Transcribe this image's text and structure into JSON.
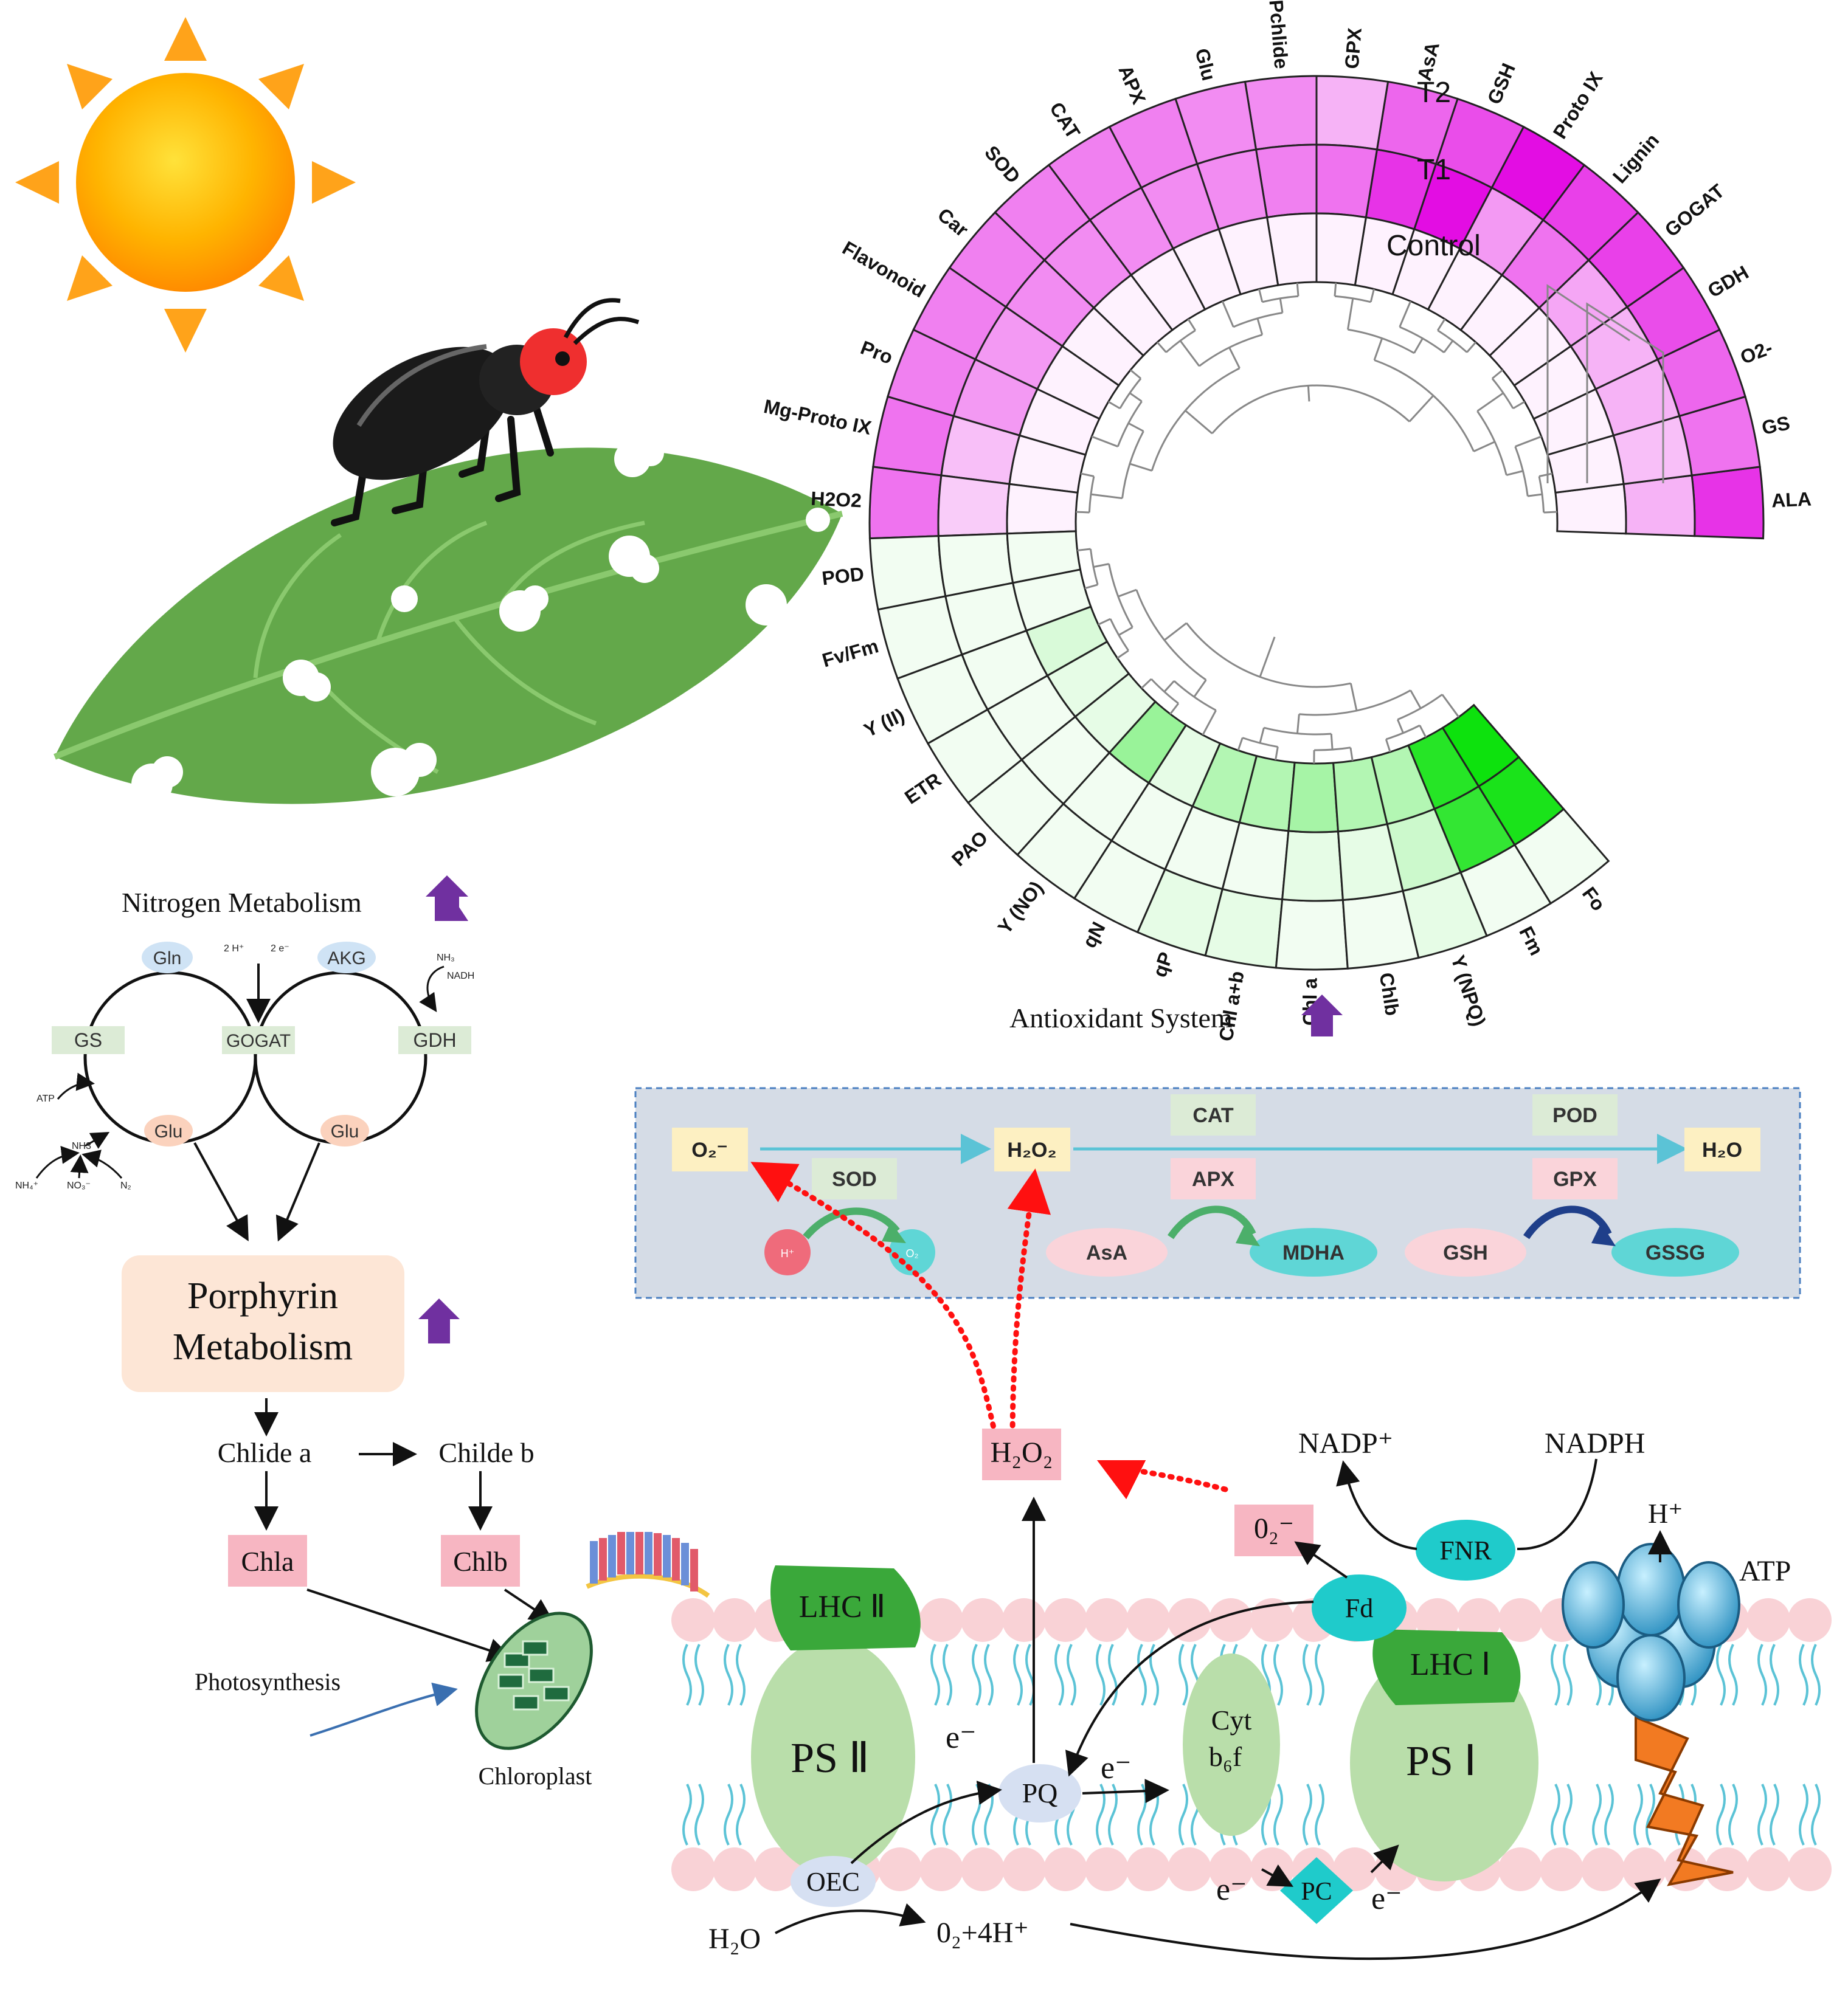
{
  "heatmap": {
    "rings": [
      "T2",
      "T1",
      "Control"
    ],
    "magenta_labels": [
      "ALA",
      "GS",
      "O2-",
      "GDH",
      "GOGAT",
      "Lignin",
      "Proto IX",
      "GSH",
      "AsA",
      "GPX",
      "Pchlide",
      "Glu",
      "APX",
      "CAT",
      "SOD",
      "Car",
      "Flavonoid",
      "Pro",
      "Mg-Proto IX",
      "H2O2",
      "POD",
      "Fv/Fm",
      "Y (II)",
      "ETR",
      "PAO",
      "Y (NO)",
      "qN",
      "qP",
      "Chl a+b",
      "Chl a",
      "Chlb",
      "Y (NPQ)",
      "Fm",
      "Fo"
    ],
    "colors": {
      "magenta": "#e100e1",
      "green": "#00e000",
      "line": "#222222"
    }
  },
  "nitrogen": {
    "title": "Nitrogen Metabolism",
    "gln": "Gln",
    "akg": "AKG",
    "gs": "GS",
    "gogat": "GOGAT",
    "gdh": "GDH",
    "glu_left": "Glu",
    "glu_right": "Glu",
    "two_h": "2 H⁺",
    "two_e": "2 e⁻",
    "nh3_top": "NH₃",
    "nadh": "NADH",
    "atp": "ATP",
    "nh3": "NH3",
    "nh4": "NH₄⁺",
    "no3": "NO₃⁻",
    "n2": "N₂"
  },
  "porphyrin": {
    "title_line1": "Porphyrin",
    "title_line2": "Metabolism",
    "chlide_a": "Chlide a",
    "childe_b": "Childe b",
    "chla": "Chla",
    "chlb": "Chlb",
    "photosynthesis": "Photosynthesis",
    "chloroplast": "Chloroplast"
  },
  "antioxidant": {
    "title": "Antioxidant System",
    "o2": "O₂⁻",
    "h2o2": "H₂O₂",
    "h2o": "H₂O",
    "cat": "CAT",
    "pod": "POD",
    "sod": "SOD",
    "apx": "APX",
    "gpx": "GPX",
    "hplus": "H⁺",
    "o2small": "O₂",
    "asa": "AsA",
    "mdha": "MDHA",
    "gsh": "GSH",
    "gssg": "GSSG"
  },
  "membrane": {
    "lhc2": "LHC Ⅱ",
    "ps2": "PS Ⅱ",
    "lhc1": "LHC Ⅰ",
    "ps1": "PS Ⅰ",
    "pq": "PQ",
    "cyt_line1": "Cyt",
    "cyt_line2": "b₆f",
    "pc": "PC",
    "oec": "OEC",
    "fd": "Fd",
    "fnr": "FNR",
    "nadp": "NADP⁺",
    "nadph": "NADPH",
    "hplus": "H⁺",
    "atp": "ATP",
    "h2o2": "H₂O₂",
    "o2minus": "0₂⁻",
    "h2o": "H₂O",
    "o2_4h": "0₂+4H⁺",
    "e1": "e⁻",
    "e2": "e⁻",
    "e3": "e⁻",
    "e4": "e⁻"
  }
}
